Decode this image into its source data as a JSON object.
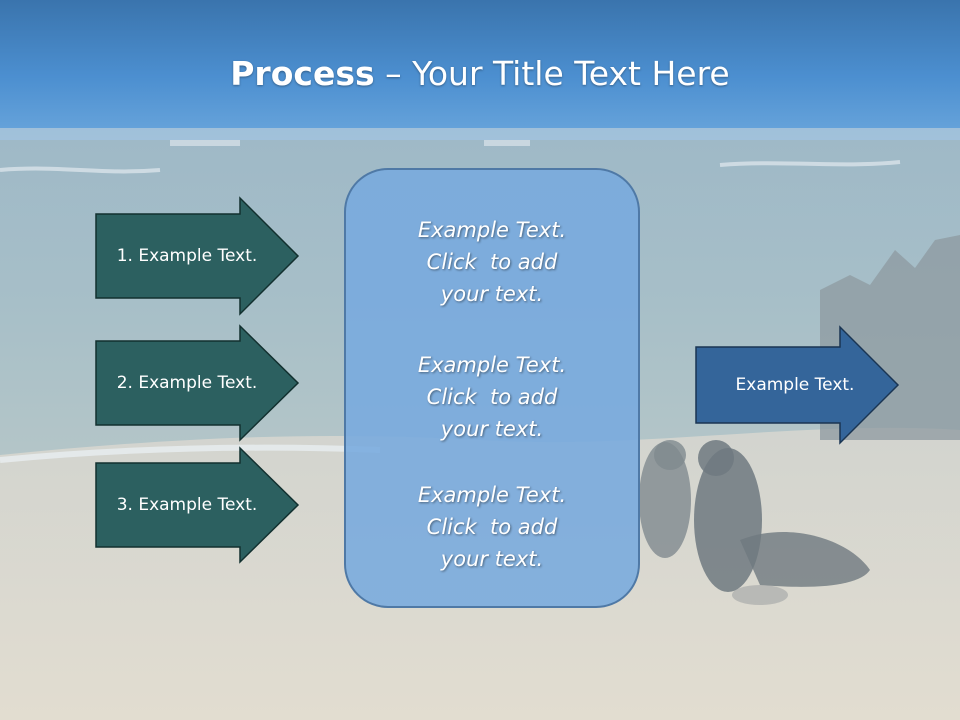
{
  "title": {
    "bold": "Process",
    "rest": " – Your Title Text Here"
  },
  "colors": {
    "left_arrow_fill": "#2c6060",
    "right_arrow_fill": "#34659a",
    "center_box_fill": "#78aade",
    "center_box_border": "#4f79a6"
  },
  "left_arrows": [
    {
      "label": "1. Example Text."
    },
    {
      "label": "2. Example Text."
    },
    {
      "label": "3. Example Text."
    }
  ],
  "center_box": {
    "blocks": [
      {
        "lines": [
          "Example Text.",
          "Click  to add",
          "your text."
        ]
      },
      {
        "lines": [
          "Example Text.",
          "Click  to add",
          "your text."
        ]
      },
      {
        "lines": [
          "Example Text.",
          "Click  to add",
          "your text."
        ]
      }
    ]
  },
  "right_arrow": {
    "label": "Example Text."
  }
}
